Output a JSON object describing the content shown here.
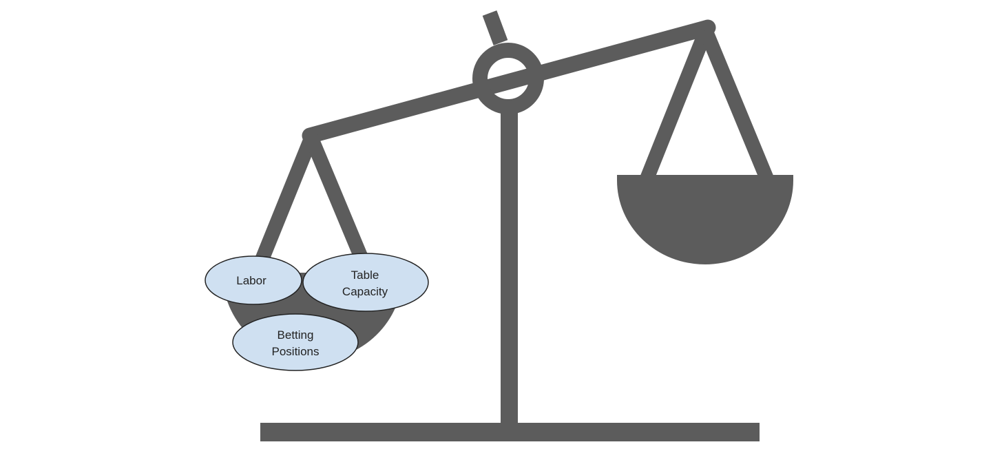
{
  "diagram": {
    "colors": {
      "scale": "#5c5c5c",
      "ellipse_fill": "#cfe0f1",
      "ellipse_stroke": "#222222",
      "background": "#ffffff"
    },
    "left_pan_items": [
      {
        "label_lines": [
          "Labor"
        ]
      },
      {
        "label_lines": [
          "Table",
          "Capacity"
        ]
      },
      {
        "label_lines": [
          "Betting",
          "Positions"
        ]
      }
    ],
    "right_pan_items": [],
    "tilt": "left side lower"
  }
}
